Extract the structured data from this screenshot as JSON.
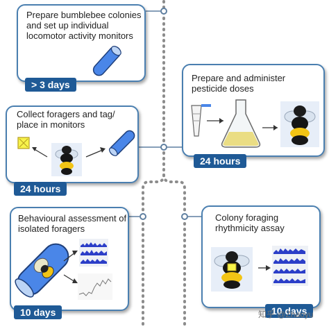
{
  "steps": {
    "colonies": {
      "title": "Prepare bumblebee colonies and set up individual locomotor activity monitors",
      "duration": "> 3 days"
    },
    "pesticide": {
      "title": "Prepare and administer pesticide doses",
      "duration": "24 hours"
    },
    "foragers": {
      "title": "Collect foragers and tag/ place in monitors",
      "duration": "24 hours"
    },
    "behaviour": {
      "title": "Behavioural assessment of isolated foragers",
      "duration": "10 days"
    },
    "rhythmicity": {
      "title": "Colony foraging rhythmicity assay",
      "duration": "10 days"
    }
  },
  "watermark": "知乎 @Zhaoyu",
  "colors": {
    "frame": "#4a7fb0",
    "tag": "#1f5a96",
    "connector": "#8c8c8c",
    "plot": "#2b3ec8"
  }
}
